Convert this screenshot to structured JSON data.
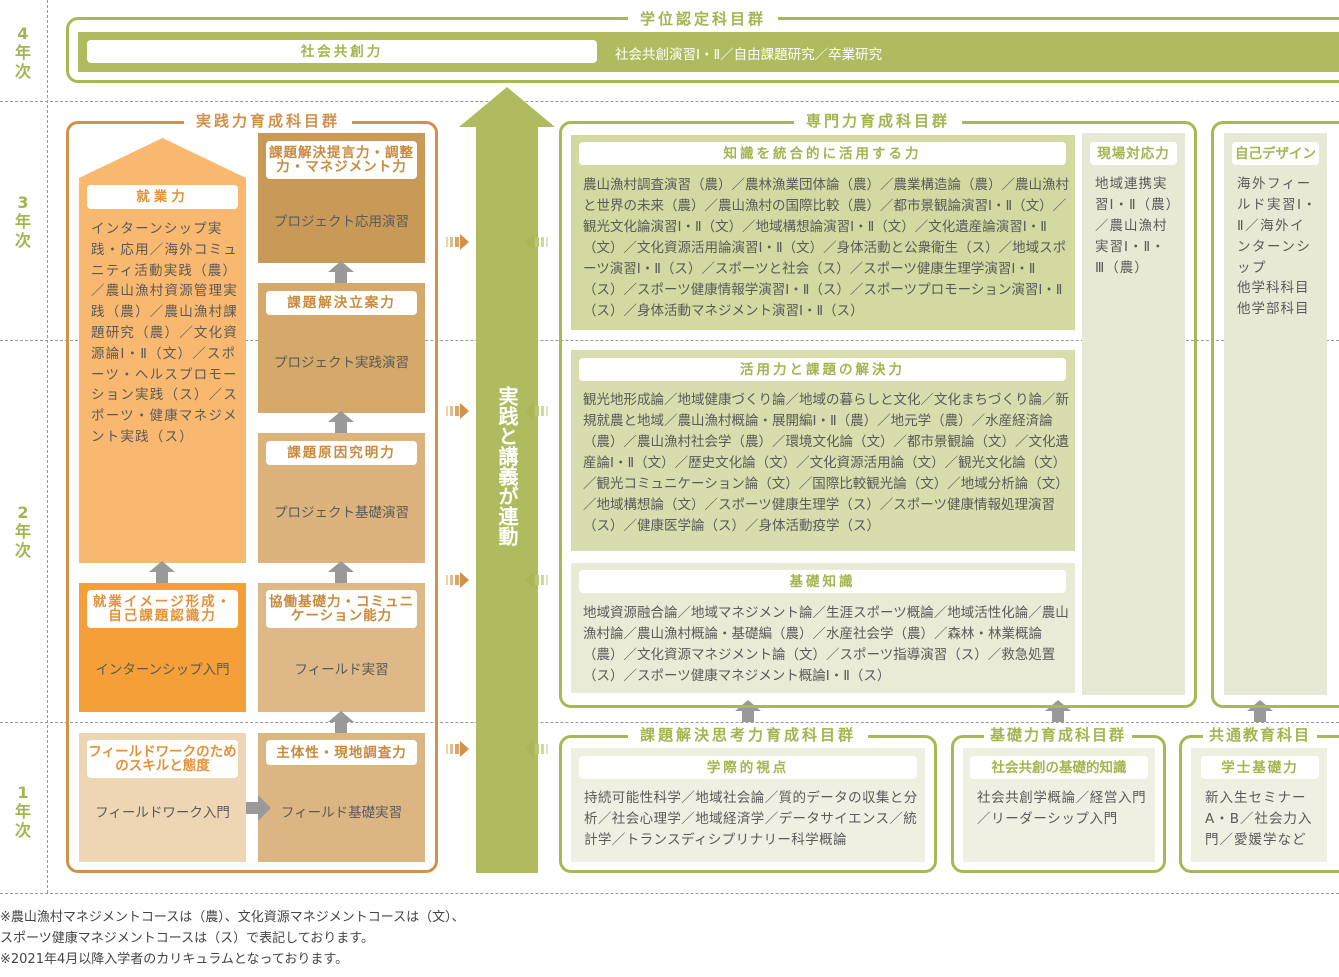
{
  "years": {
    "y4": "4年次",
    "y3": "3年次",
    "y2": "2年次",
    "y1": "1年次"
  },
  "degree": {
    "title": "学位認定科目群",
    "label": "社会共創力",
    "courses": "社会共創演習Ⅰ・Ⅱ／自由課題研究／卒業研究"
  },
  "central_arrow": {
    "label": "実践と講義が連動"
  },
  "practice": {
    "title": "実践力育成科目群",
    "employability": {
      "label": "就業力",
      "courses": "インターンシップ実践・応用／海外コミュニティ活動実践（農）／農山漁村資源管理実践（農）／農山漁村課題研究（農）／文化資源論Ⅰ・Ⅱ（文）／スポーツ・ヘルスプロモーション実践（ス）／スポーツ・健康マネジメント実践（ス）"
    },
    "boxes": [
      {
        "label": "課題解決提言力・調整力・マネジメント力",
        "course": "プロジェクト応用演習"
      },
      {
        "label": "課題解決立案力",
        "course": "プロジェクト実践演習"
      },
      {
        "label": "課題原因究明力",
        "course": "プロジェクト基礎演習"
      },
      {
        "label": "協働基礎力・コミュニケーション能力",
        "course": "フィールド実習"
      },
      {
        "label": "主体性・現地調査力",
        "course": "フィールド基礎実習"
      },
      {
        "label": "就業イメージ形成・自己課題認識力",
        "course": "インターンシップ入門"
      },
      {
        "label": "フィールドワークのためのスキルと態度",
        "course": "フィールドワーク入門"
      }
    ]
  },
  "specialist": {
    "title": "専門力育成科目群",
    "panels": [
      {
        "label": "知識を統合的に活用する力",
        "courses": "農山漁村調査演習（農）／農林漁業団体論（農）／農業構造論（農）／農山漁村と世界の未来（農）／農山漁村の国際比較（農）／都市景観論演習Ⅰ・Ⅱ（文）／観光文化論演習Ⅰ・Ⅱ（文）／地域構想論演習Ⅰ・Ⅱ（文）／文化遺産論演習Ⅰ・Ⅱ（文）／文化資源活用論演習Ⅰ・Ⅱ（文）／身体活動と公衆衛生（ス）／地域スポーツ演習Ⅰ・Ⅱ（ス）／スポーツと社会（ス）／スポーツ健康生理学演習Ⅰ・Ⅱ（ス）／スポーツ健康情報学演習Ⅰ・Ⅱ（ス）／スポーツプロモーション演習Ⅰ・Ⅱ（ス）／身体活動マネジメント演習Ⅰ・Ⅱ（ス）"
      },
      {
        "label": "活用力と課題の解決力",
        "courses": "観光地形成論／地域健康づくり論／地域の暮らしと文化／文化まちづくり論／新規就農と地域／農山漁村概論・展開編Ⅰ・Ⅱ（農）／地元学（農）／水産経済論（農）／農山漁村社会学（農）／環境文化論（文）／都市景観論（文）／文化遺産論Ⅰ・Ⅱ（文）／歴史文化論（文）／文化資源活用論（文）／観光文化論（文）／観光コミュニケーション論（文）／国際比較観光論（文）／地域分析論（文）／地域構想論（文）／スポーツ健康生理学（ス）／スポーツ健康情報処理演習（ス）／健康医学論（ス）／身体活動疫学（ス）"
      },
      {
        "label": "基礎知識",
        "courses": "地域資源融合論／地域マネジメント論／生涯スポーツ概論／地域活性化論／農山漁村論／農山漁村概論・基礎編（農）／水産社会学（農）／森林・林業概論（農）／文化資源マネジメント論（文）／スポーツ指導演習（ス）／救急処置（ス）／スポーツ健康マネジメント概論Ⅰ・Ⅱ（ス）"
      }
    ],
    "field": {
      "label": "現場対応力",
      "courses": "地域連携実習Ⅰ・Ⅱ（農）／農山漁村実習Ⅰ・Ⅱ・Ⅲ（農）"
    }
  },
  "self_design": {
    "label": "自己デザイン",
    "courses": "海外フィールド実習Ⅰ・Ⅱ／海外インターンシップ",
    "other1": "他学科科目",
    "other2": "他学部科目"
  },
  "problem_solving": {
    "title": "課題解決思考力育成科目群",
    "label": "学際的視点",
    "courses": "持続可能性科学／地域社会論／質的データの収集と分析／社会心理学／地域経済学／データサイエンス／統計学／トランスディシプリナリー科学概論"
  },
  "foundation": {
    "title": "基礎力育成科目群",
    "label": "社会共創の基礎的知識",
    "courses": "社会共創学概論／経営入門／リーダーシップ入門"
  },
  "common": {
    "title": "共通教育科目",
    "label": "学士基礎力",
    "courses": "新入生セミナーA・B／社会力入門／愛媛学など"
  },
  "notes": [
    "※農山漁村マネジメントコースは（農）、文化資源マネジメントコースは（文）、",
    "スポーツ健康マネジメントコースは（ス）で表記しております。",
    "※2021年4月以降入学者のカリキュラムとなっております。"
  ],
  "colors": {
    "green": "#a9b755",
    "orange": "#d1914a",
    "arrow": "#999999"
  }
}
